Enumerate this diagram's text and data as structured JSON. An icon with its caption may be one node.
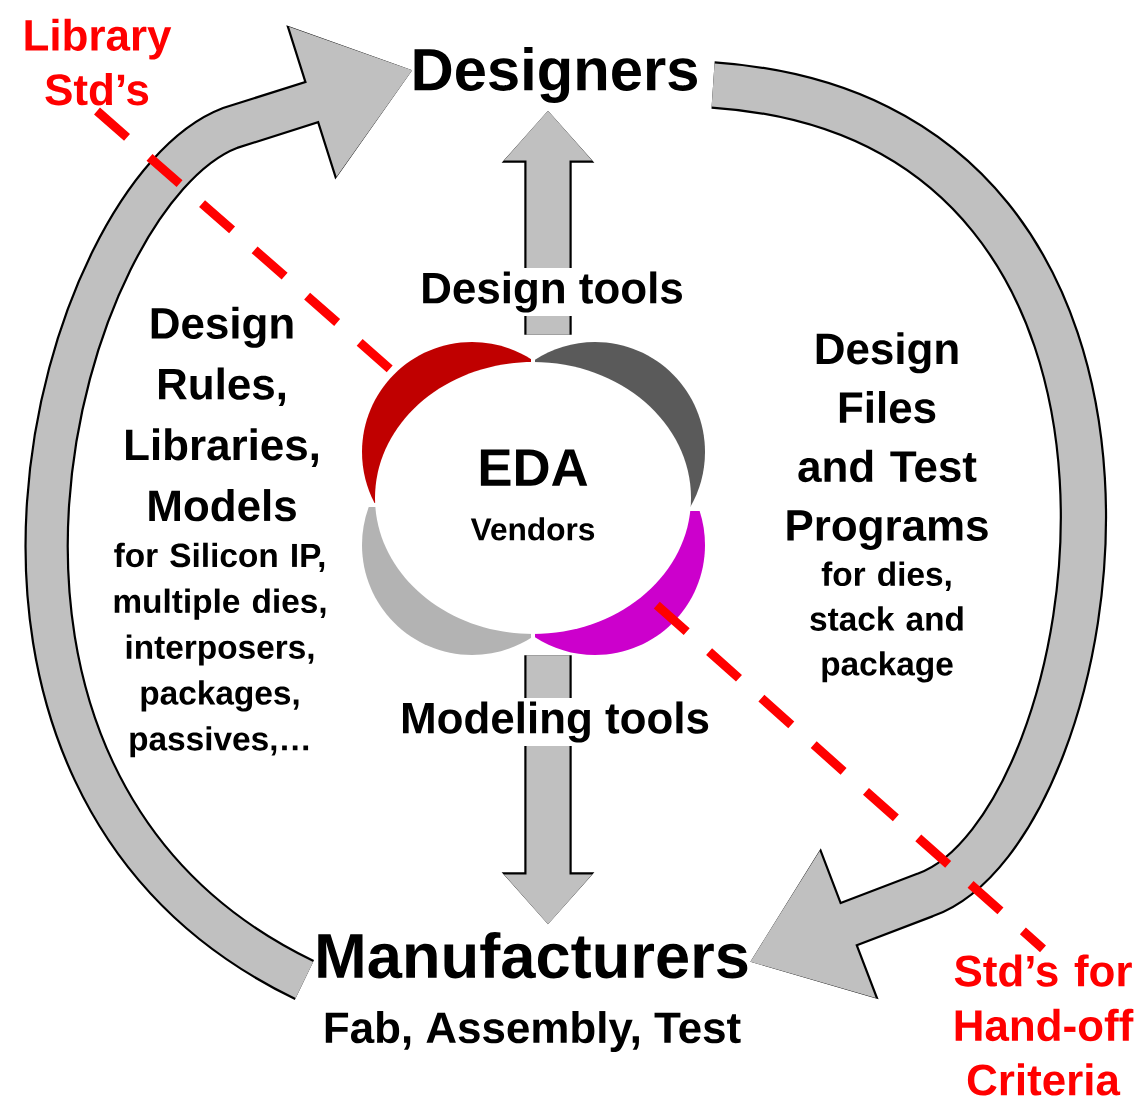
{
  "diagram": {
    "nodes": [
      {
        "text": [
          "Designers"
        ]
      },
      {
        "text": [
          "EDA",
          "Vendors"
        ]
      },
      {
        "text": [
          "Manufacturers",
          "Fab, Assembly, Test"
        ]
      },
      {
        "text": [
          "Library Std’s"
        ]
      },
      {
        "text": [
          "Std’s for Hand-off Criteria"
        ]
      }
    ],
    "edges": [
      {
        "from": 1,
        "to": 0,
        "arrow": "to",
        "label": "Design tools"
      },
      {
        "from": 1,
        "to": 2,
        "arrow": "to",
        "label": "Modeling tools"
      },
      {
        "from": 2,
        "to": 0,
        "arrow": "to"
      },
      {
        "from": 0,
        "to": 2,
        "arrow": "to"
      },
      {
        "from": 3,
        "to": 1,
        "arrow": "none",
        "style": "dashed",
        "color": "#ff0000"
      },
      {
        "from": 1,
        "to": 4,
        "arrow": "none",
        "style": "dashed",
        "color": "#ff0000"
      }
    ],
    "labels": [
      "Design Rules, Libraries, Models",
      "for Silicon IP, multiple dies, interposers, packages, passives,…",
      "Design Files and Test Programs",
      "for dies, stack and package"
    ]
  }
}
